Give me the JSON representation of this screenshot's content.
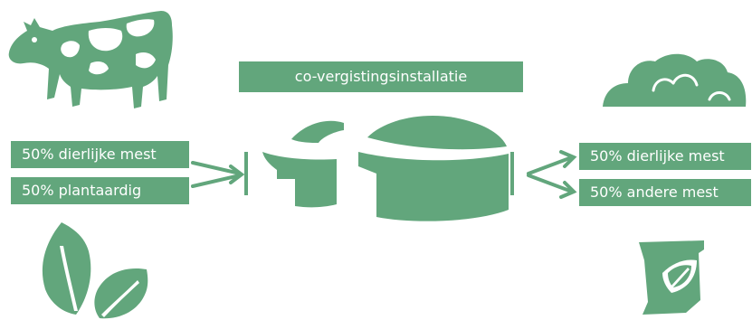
{
  "colors": {
    "green": "#62a67c",
    "background": "#ffffff"
  },
  "title": "co-vergistingsinstallatie",
  "inputs": [
    {
      "label": "50% dierlijke mest"
    },
    {
      "label": "50% plantaardig"
    }
  ],
  "outputs": [
    {
      "label": "50% dierlijke mest"
    },
    {
      "label": "50% andere mest"
    }
  ],
  "icons": [
    "cow-icon",
    "leaves-icon",
    "digester-icon",
    "manure-pile-icon",
    "fertilizer-bag-icon"
  ]
}
